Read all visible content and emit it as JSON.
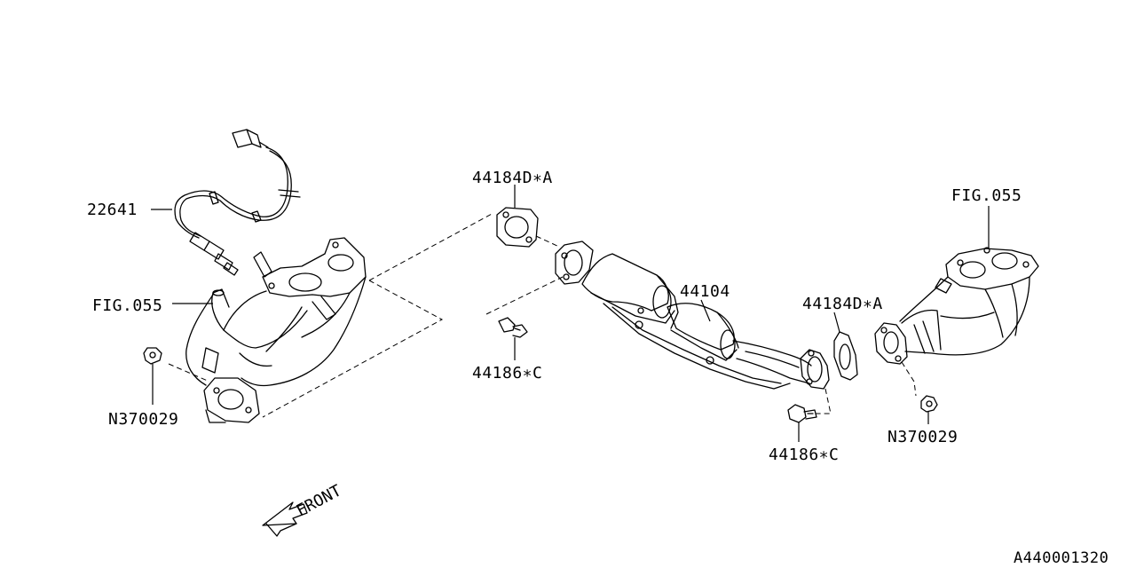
{
  "labels": {
    "sensor": "22641",
    "fig_left": "FIG.055",
    "nut_left": "N370029",
    "gasket_top": "44184D∗A",
    "bolt_left": "44186∗C",
    "pipe": "44104",
    "gasket_right": "44184D∗A",
    "bolt_right": "44186∗C",
    "fig_right": "FIG.055",
    "nut_right": "N370029"
  },
  "front_label": "FRONT",
  "ref_id": "A440001320"
}
